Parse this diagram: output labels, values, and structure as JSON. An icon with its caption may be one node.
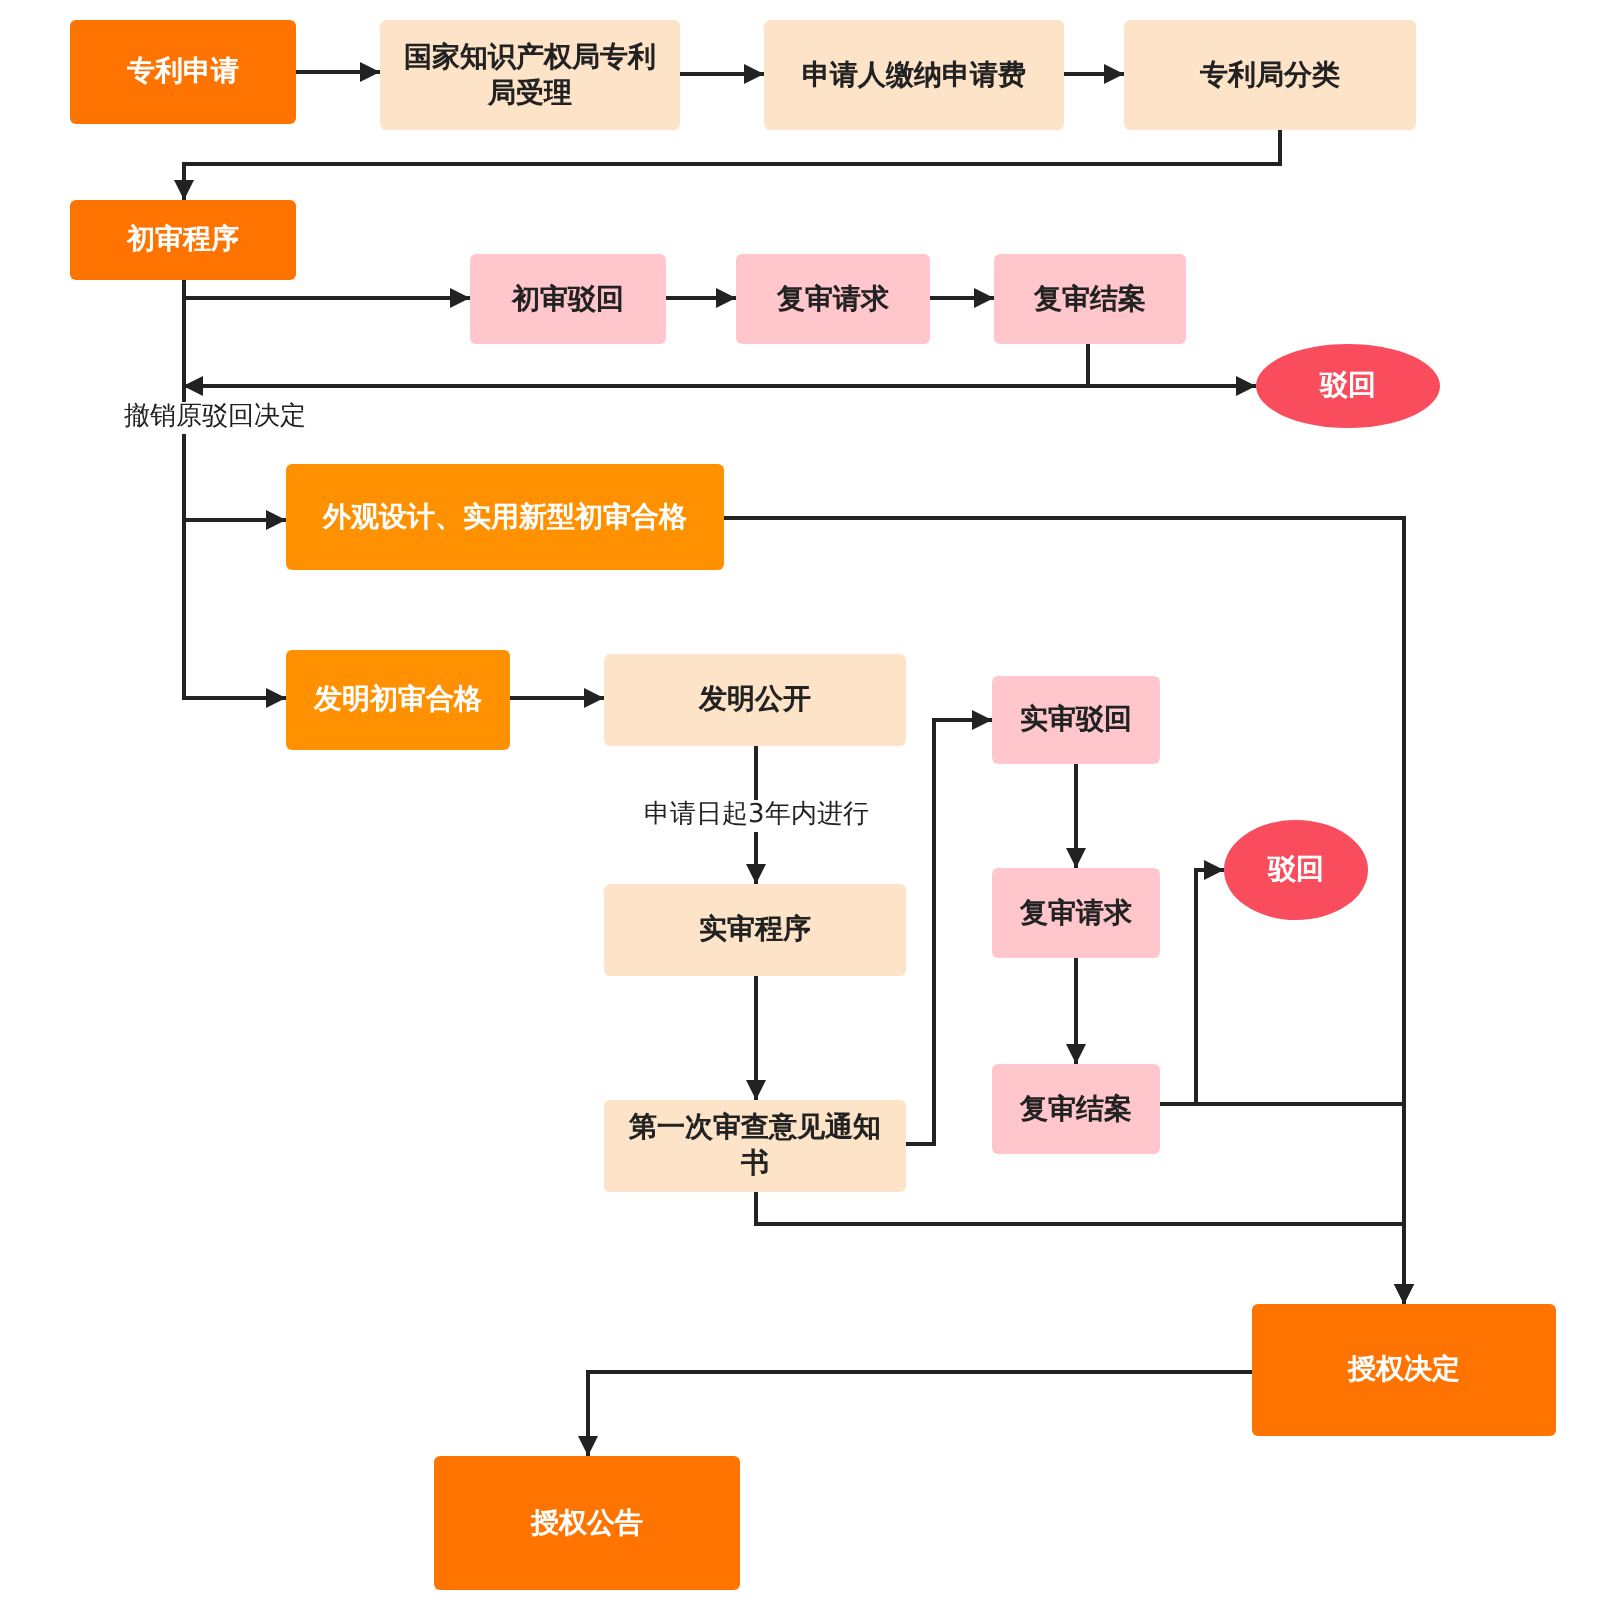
{
  "diagram": {
    "nodes": [
      {
        "text": [
          "专利申请"
        ]
      },
      {
        "text": [
          "国家知识产权局专利局受理"
        ]
      },
      {
        "text": [
          "申请人缴纳申请费"
        ]
      },
      {
        "text": [
          "专利局分类"
        ]
      },
      {
        "text": [
          "初审程序"
        ]
      },
      {
        "text": [
          "初审驳回"
        ]
      },
      {
        "text": [
          "复审请求"
        ]
      },
      {
        "text": [
          "复审结案"
        ]
      },
      {
        "text": [
          "驳回"
        ]
      },
      {
        "text": [
          "外观设计、实用新型初审合格"
        ]
      },
      {
        "text": [
          "发明初审合格"
        ]
      },
      {
        "text": [
          "发明公开"
        ]
      },
      {
        "text": [
          "实审程序"
        ]
      },
      {
        "text": [
          "第一次审查意见通知书"
        ]
      },
      {
        "text": [
          "实审驳回"
        ]
      },
      {
        "text": [
          "复审请求"
        ]
      },
      {
        "text": [
          "复审结案"
        ]
      },
      {
        "text": [
          "驳回"
        ]
      },
      {
        "text": [
          "授权决定"
        ]
      },
      {
        "text": [
          "授权公告"
        ]
      }
    ],
    "edges": [
      {
        "from": 0,
        "to": 1,
        "arrow": "to"
      },
      {
        "from": 1,
        "to": 2,
        "arrow": "to"
      },
      {
        "from": 2,
        "to": 3,
        "arrow": "to"
      },
      {
        "from": 3,
        "to": 4,
        "arrow": "to"
      },
      {
        "from": 4,
        "to": 5,
        "arrow": "to"
      },
      {
        "from": 5,
        "to": 6,
        "arrow": "to"
      },
      {
        "from": 6,
        "to": 7,
        "arrow": "to"
      },
      {
        "from": 7,
        "to": 4,
        "arrow": "to",
        "label": "撤销原驳回决定"
      },
      {
        "from": 7,
        "to": 8,
        "arrow": "to"
      },
      {
        "from": 4,
        "to": 9,
        "arrow": "to"
      },
      {
        "from": 4,
        "to": 10,
        "arrow": "to"
      },
      {
        "from": 10,
        "to": 11,
        "arrow": "to"
      },
      {
        "from": 11,
        "to": 12,
        "arrow": "to",
        "label": "申请日起3年内进行"
      },
      {
        "from": 12,
        "to": 13,
        "arrow": "to"
      },
      {
        "from": 13,
        "to": 14,
        "arrow": "to"
      },
      {
        "from": 14,
        "to": 15,
        "arrow": "to"
      },
      {
        "from": 15,
        "to": 16,
        "arrow": "to"
      },
      {
        "from": 16,
        "to": 17,
        "arrow": "to"
      },
      {
        "from": 9,
        "to": 18,
        "arrow": "to"
      },
      {
        "from": 13,
        "to": 18,
        "arrow": "to"
      },
      {
        "from": 16,
        "to": 18,
        "arrow": "to"
      },
      {
        "from": 18,
        "to": 19,
        "arrow": "to"
      }
    ]
  }
}
